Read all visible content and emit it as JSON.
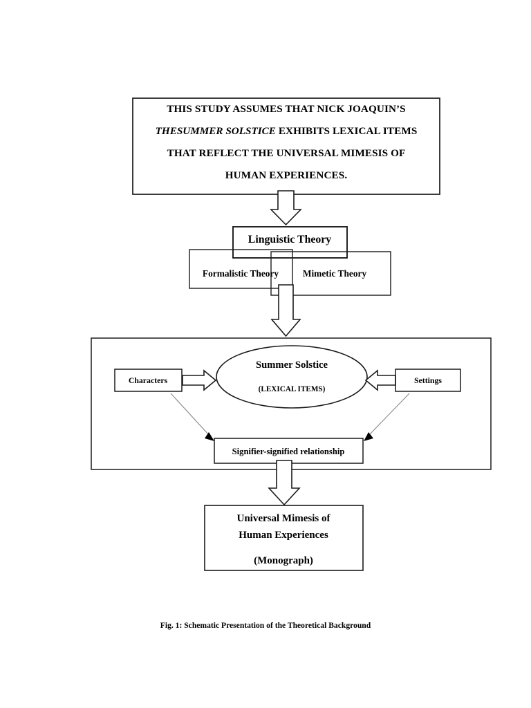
{
  "figure": {
    "caption": "Fig. 1: Schematic Presentation of the Theoretical Background"
  },
  "premise_box": {
    "name": "study-assumption-statement",
    "line1": "THIS STUDY ASSUMES THAT NICK JOAQUIN’S",
    "line2_italic": "THESUMMER SOLSTICE",
    "line2_rest": " EXHIBITS LEXICAL ITEMS",
    "line3": "THAT REFLECT THE UNIVERSAL MIMESIS OF",
    "line4": "HUMAN EXPERIENCES."
  },
  "theory": {
    "parent": "Linguistic Theory",
    "left": "Formalistic Theory",
    "right": "Mimetic Theory"
  },
  "analysis": {
    "ellipse_title": "Summer Solstice",
    "ellipse_subtitle": "(LEXICAL ITEMS)",
    "left_box": "Characters",
    "right_box": "Settings",
    "relationship_box": "Signifier-signified relationship"
  },
  "outcome": {
    "line1": "Universal Mimesis of",
    "line2": "Human Experiences",
    "line3": "(Monograph)"
  },
  "colors": {
    "stroke": "#1a1a1a",
    "thin_arrow": "#888888",
    "background": "#ffffff",
    "text": "#000000"
  }
}
